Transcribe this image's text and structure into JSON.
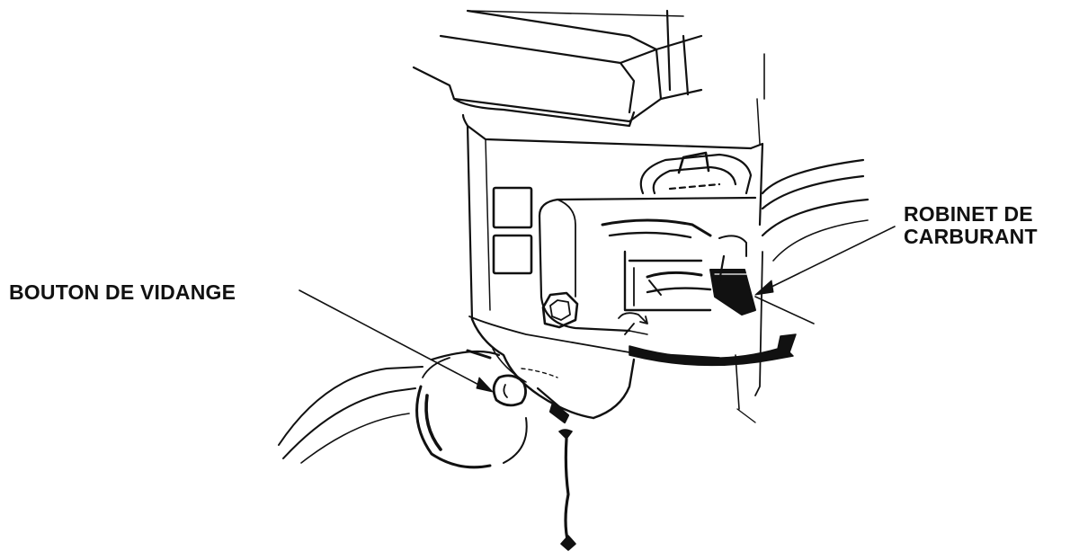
{
  "figure": {
    "colors": {
      "ink": "#111111",
      "paper": "#ffffff"
    }
  },
  "labels": {
    "drain_button": "BOUTON DE VIDANGE",
    "fuel_valve_line1": "ROBINET DE",
    "fuel_valve_line2": "CARBURANT"
  }
}
